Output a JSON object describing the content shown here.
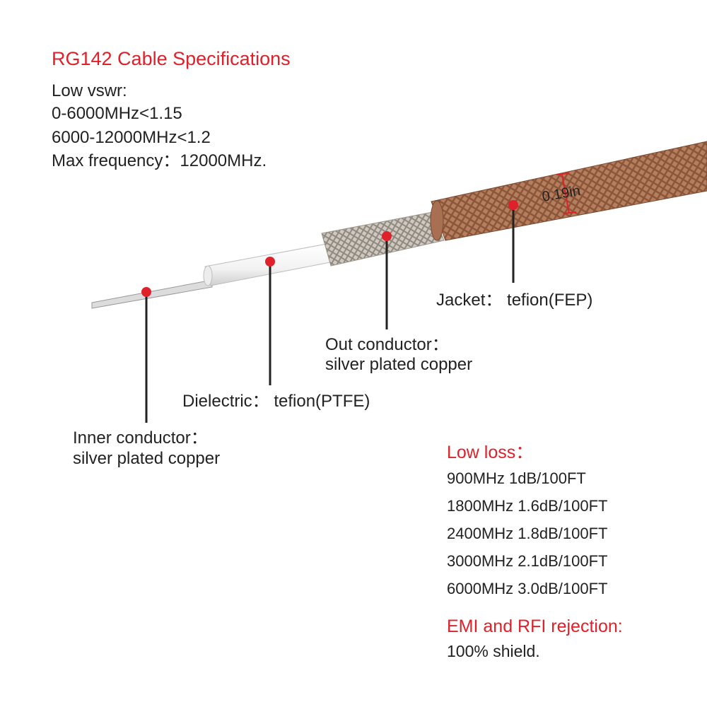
{
  "specs": {
    "title": "RG142 Cable Specifications",
    "lines": [
      "Low vswr:",
      "0-6000MHz<1.15",
      "6000-12000MHz<1.2",
      "Max frequency：12000MHz."
    ]
  },
  "dimension_label": "0.19in",
  "callouts": {
    "jacket": "Jacket： tefion(FEP)",
    "out_conductor": [
      "Out conductor：",
      "silver plated copper"
    ],
    "dielectric": "Dielectric： tefion(PTFE)",
    "inner_conductor": [
      "Inner conductor：",
      "silver plated copper"
    ]
  },
  "low_loss": {
    "title": "Low loss：",
    "lines": [
      "900MHz 1dB/100FT",
      "1800MHz 1.6dB/100FT",
      "2400MHz 1.8dB/100FT",
      "3000MHz 2.1dB/100FT",
      "6000MHz 3.0dB/100FT"
    ]
  },
  "emi": {
    "title": "EMI and RFI rejection:",
    "text": "100% shield."
  },
  "colors": {
    "accent_red": "#e0202a",
    "jacket": "#b07a5c",
    "braid": "#c9c3bb",
    "dielectric": "#f4f4f4",
    "inner": "#d8d8d8"
  }
}
